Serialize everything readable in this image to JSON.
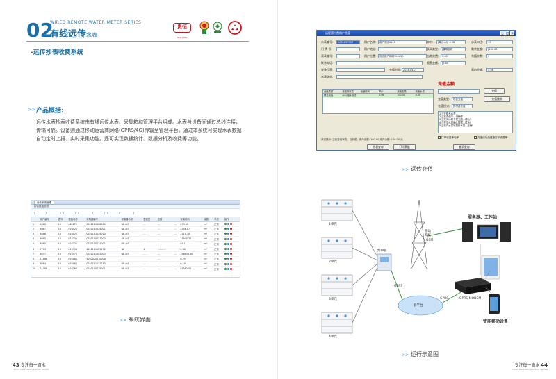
{
  "header": {
    "number": "02",
    "english": "WIRED REMOTE WATER METER SERIES",
    "chinese_main": "有线远传",
    "chinese_sub": "水表"
  },
  "logos": {
    "brand1": "贵恒",
    "brand1_sub": "GUIHENG"
  },
  "section_title": "-远传抄表收费系统",
  "overview": {
    "marker": ">>",
    "title": "产品概括:",
    "body": "远传水表抄表收费系统由有线远传水表、采集箱和管理平台组成。水表与设备间通过总线连接，传输可靠。设备则通过移动运营商网络(GPRS/4G)传输至管理平台。通过本系统可实现水表数据自动定时上报、实时采集功能。还可实现数据统计、数据分析及收费等功能。"
  },
  "system_ui": {
    "tab": "远传系统管理",
    "toolbar": "抄表数据查看",
    "headers": [
      "",
      "用户编号",
      "表号",
      "表具名称",
      "采集器编号",
      "采集器名称",
      "表类型",
      "位置",
      "",
      "采集时间",
      "读数",
      "状态",
      "操作"
    ],
    "rows": [
      [
        "1",
        "0068",
        "16",
        "061275",
        "0520181208004",
        "NB-IoT",
        "...",
        "...",
        "...",
        "873.00",
        "m³",
        "正常"
      ],
      [
        "2",
        "6467",
        "16",
        "016425",
        "0520181229001",
        "NB-IoT",
        "...",
        "...",
        "...",
        "2246.07",
        "m³",
        "正常"
      ],
      [
        "3",
        "6066",
        "16",
        "016425",
        "0520181229010",
        "NB-IoT",
        "...",
        "...",
        "...",
        "2210.70",
        "m³",
        "正常"
      ],
      [
        "4",
        "6665",
        "16",
        "014235",
        "0520190527000",
        "NB-IoT",
        "...",
        "...",
        "...",
        "23940.33",
        "m³",
        "正常"
      ],
      [
        "5",
        "6665",
        "16",
        "014235",
        "0520190214001",
        "NB-IoT",
        "...",
        "...",
        "...",
        "93.11",
        "m³",
        "正常"
      ],
      [
        "6",
        "7723",
        "16",
        "015334",
        "4422181229172",
        "NB",
        "1",
        "1-1-1-1",
        "",
        "0.30",
        "m³",
        "正常"
      ],
      [
        "7",
        "6557",
        "16",
        "014575",
        "0520181205003",
        "NB-IoT",
        "...",
        "...",
        "...",
        "196634.00",
        "m³",
        "正常"
      ],
      [
        "8",
        "11686",
        "16",
        "016160",
        "4202020110006",
        "1",
        "",
        "...",
        "",
        "0.29",
        "m³",
        "正常"
      ],
      [
        "9",
        "6564",
        "16",
        "016160",
        "0520181212740",
        "NB-IoT",
        "...",
        "...",
        "...",
        "0.19",
        "m³",
        "正常"
      ],
      [
        "10",
        "11286",
        "16",
        "016266",
        "0520190275001",
        "NB-IoT",
        "...",
        "...",
        "...",
        "87562.00",
        "m³",
        "正常"
      ]
    ]
  },
  "captions": {
    "system_interface": "系统界面",
    "remote_recharge": "远传充值",
    "diagram": "运行示意图"
  },
  "recharge_window": {
    "title": "远程预付费用户充值",
    "fields": {
      "user_no_label": "水表编号:",
      "user_no_value": "0001255717",
      "user_name_label": "用户名称:",
      "user_name_value": "用户测试0420",
      "door_no_label": "门 牌 号:",
      "user_addr_label": "用户地址:",
      "meter_no_label": "表表编号:",
      "meter_addr_label": "用户位置:",
      "meter_addr_value": "测试用户网络19-4-20",
      "contact_label": "联系电话:",
      "price_label": "单价:",
      "price_value": "[单价水价 4.98",
      "card_label": "水表口径:",
      "card_value": "15",
      "rated_label": "表具类型:",
      "rated_value": "[建筑面积",
      "remain_label": "剩余金额:",
      "remain_value": "[100.00",
      "bill_label": "当期欠费:",
      "bill_value": "0.00",
      "recharge_cnt_label": "充值次数:",
      "recharge_cnt_value": "0",
      "alarm_label": "报警金额:",
      "alarm_value": "[5.00",
      "time_label": "充值时间:",
      "time_value": "2018.04.7",
      "status_label": "水表状态:",
      "meter_reading_label": "表内余额:",
      "meter_reading_value": "4.98",
      "install_label": "安装位置:"
    },
    "grid_headers": [
      "充值类型",
      "充值操作员",
      "充值时间",
      "单价",
      "充值金额",
      "充值水量"
    ],
    "grid_row": [
      "预金充值",
      "(00)程序测试",
      "",
      "0.98",
      "100.00",
      "0.00"
    ],
    "big_label": "充值金额",
    "recharge_btn": "充值",
    "type_label": "充值类型:",
    "type_value": "现金充值",
    "mode_label": "充值模式:",
    "mode_value": "预付费充值",
    "cancel_btn": "充值撤销",
    "memo": "1.正在联系水表...\n2.正在充值中，请稍候...\n3.正在向水表下发充值...成功!\n4.正在向水表确认数据...成功!\n5.正在向水表转更新水表...正确!",
    "checkbox1": "打印收费单电单",
    "checkbox2": "充值成功后直接打印收费单",
    "status": "状态提示: 正在查询状态，已到成；用户余额: 100.00 用户余额: 100.00 元",
    "btn_query": "抄表查询",
    "btn_print": "打印票据",
    "btn_clear": "撤消查询"
  },
  "diagram": {
    "server_label": "服务器、工作站",
    "tower_label": "移动\n网络",
    "gsm_label": "GSM",
    "concentrator_label": "集中器",
    "gprs_left": "GPRS",
    "cloud_label": "云平台",
    "gprs_right": "GPRS",
    "modem_label": "GPRS MODEM",
    "smart_label": "智能移动设备",
    "floors": [
      "1单元",
      "2单元",
      "3单元",
      "4单元"
    ]
  },
  "footer": {
    "left_num": "43",
    "left_text": "专注每一滴水",
    "left_sub": "FOCUS ON EVERY DROP OF WATER",
    "right_text": "专注每一滴水",
    "right_num": "44",
    "right_sub": "FOCUS ON EVERY DROP OF WATER"
  },
  "colors": {
    "brand_blue": "#1a6fa8",
    "accent_blue": "#2a8fd4",
    "seal_red": "#c8171d"
  }
}
